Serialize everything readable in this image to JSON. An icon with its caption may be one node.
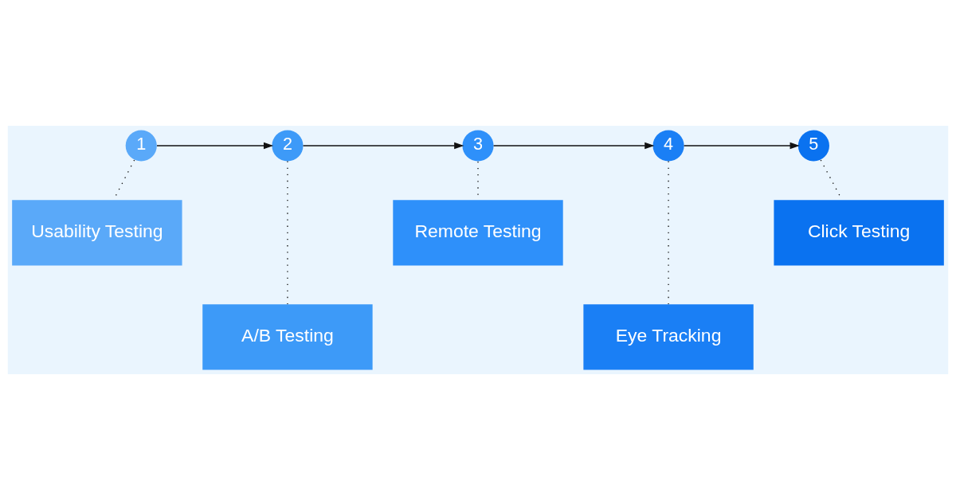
{
  "diagram": {
    "nodes": [
      {
        "text": [
          "1"
        ]
      },
      {
        "text": [
          "2"
        ]
      },
      {
        "text": [
          "3"
        ]
      },
      {
        "text": [
          "4"
        ]
      },
      {
        "text": [
          "5"
        ]
      },
      {
        "text": [
          "Usability Testing"
        ]
      },
      {
        "text": [
          "A/B Testing"
        ]
      },
      {
        "text": [
          "Remote Testing"
        ]
      },
      {
        "text": [
          "Eye Tracking"
        ]
      },
      {
        "text": [
          "Click Testing"
        ]
      }
    ],
    "edges": [
      {
        "from": 0,
        "to": 1,
        "arrow": "to"
      },
      {
        "from": 1,
        "to": 2,
        "arrow": "to"
      },
      {
        "from": 2,
        "to": 3,
        "arrow": "to"
      },
      {
        "from": 3,
        "to": 4,
        "arrow": "to"
      },
      {
        "from": 0,
        "to": 5,
        "arrow": "none",
        "style": "dashed"
      },
      {
        "from": 1,
        "to": 6,
        "arrow": "none",
        "style": "dashed"
      },
      {
        "from": 2,
        "to": 7,
        "arrow": "none",
        "style": "dashed"
      },
      {
        "from": 3,
        "to": 8,
        "arrow": "none",
        "style": "dashed"
      },
      {
        "from": 4,
        "to": 9,
        "arrow": "none",
        "style": "dashed"
      }
    ]
  }
}
